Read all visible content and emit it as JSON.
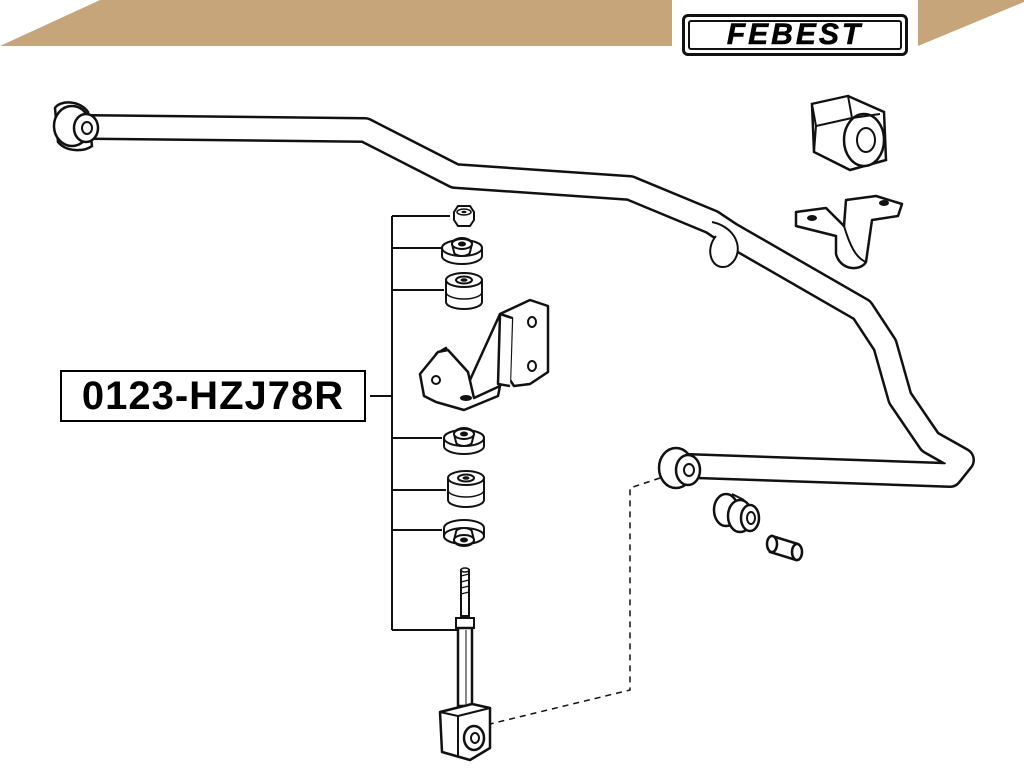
{
  "brand": {
    "logo_text": "FEBEST",
    "banner_color": "#c7a57a",
    "ink_color": "#111111"
  },
  "part": {
    "number": "0123-HZJ78R"
  },
  "components": [
    "stabilizer-bar",
    "bar-bushing",
    "bushing-bracket",
    "link-nut",
    "link-washer",
    "link-bushing",
    "mounting-bracket",
    "link-rod",
    "end-bushing",
    "end-sleeve"
  ]
}
